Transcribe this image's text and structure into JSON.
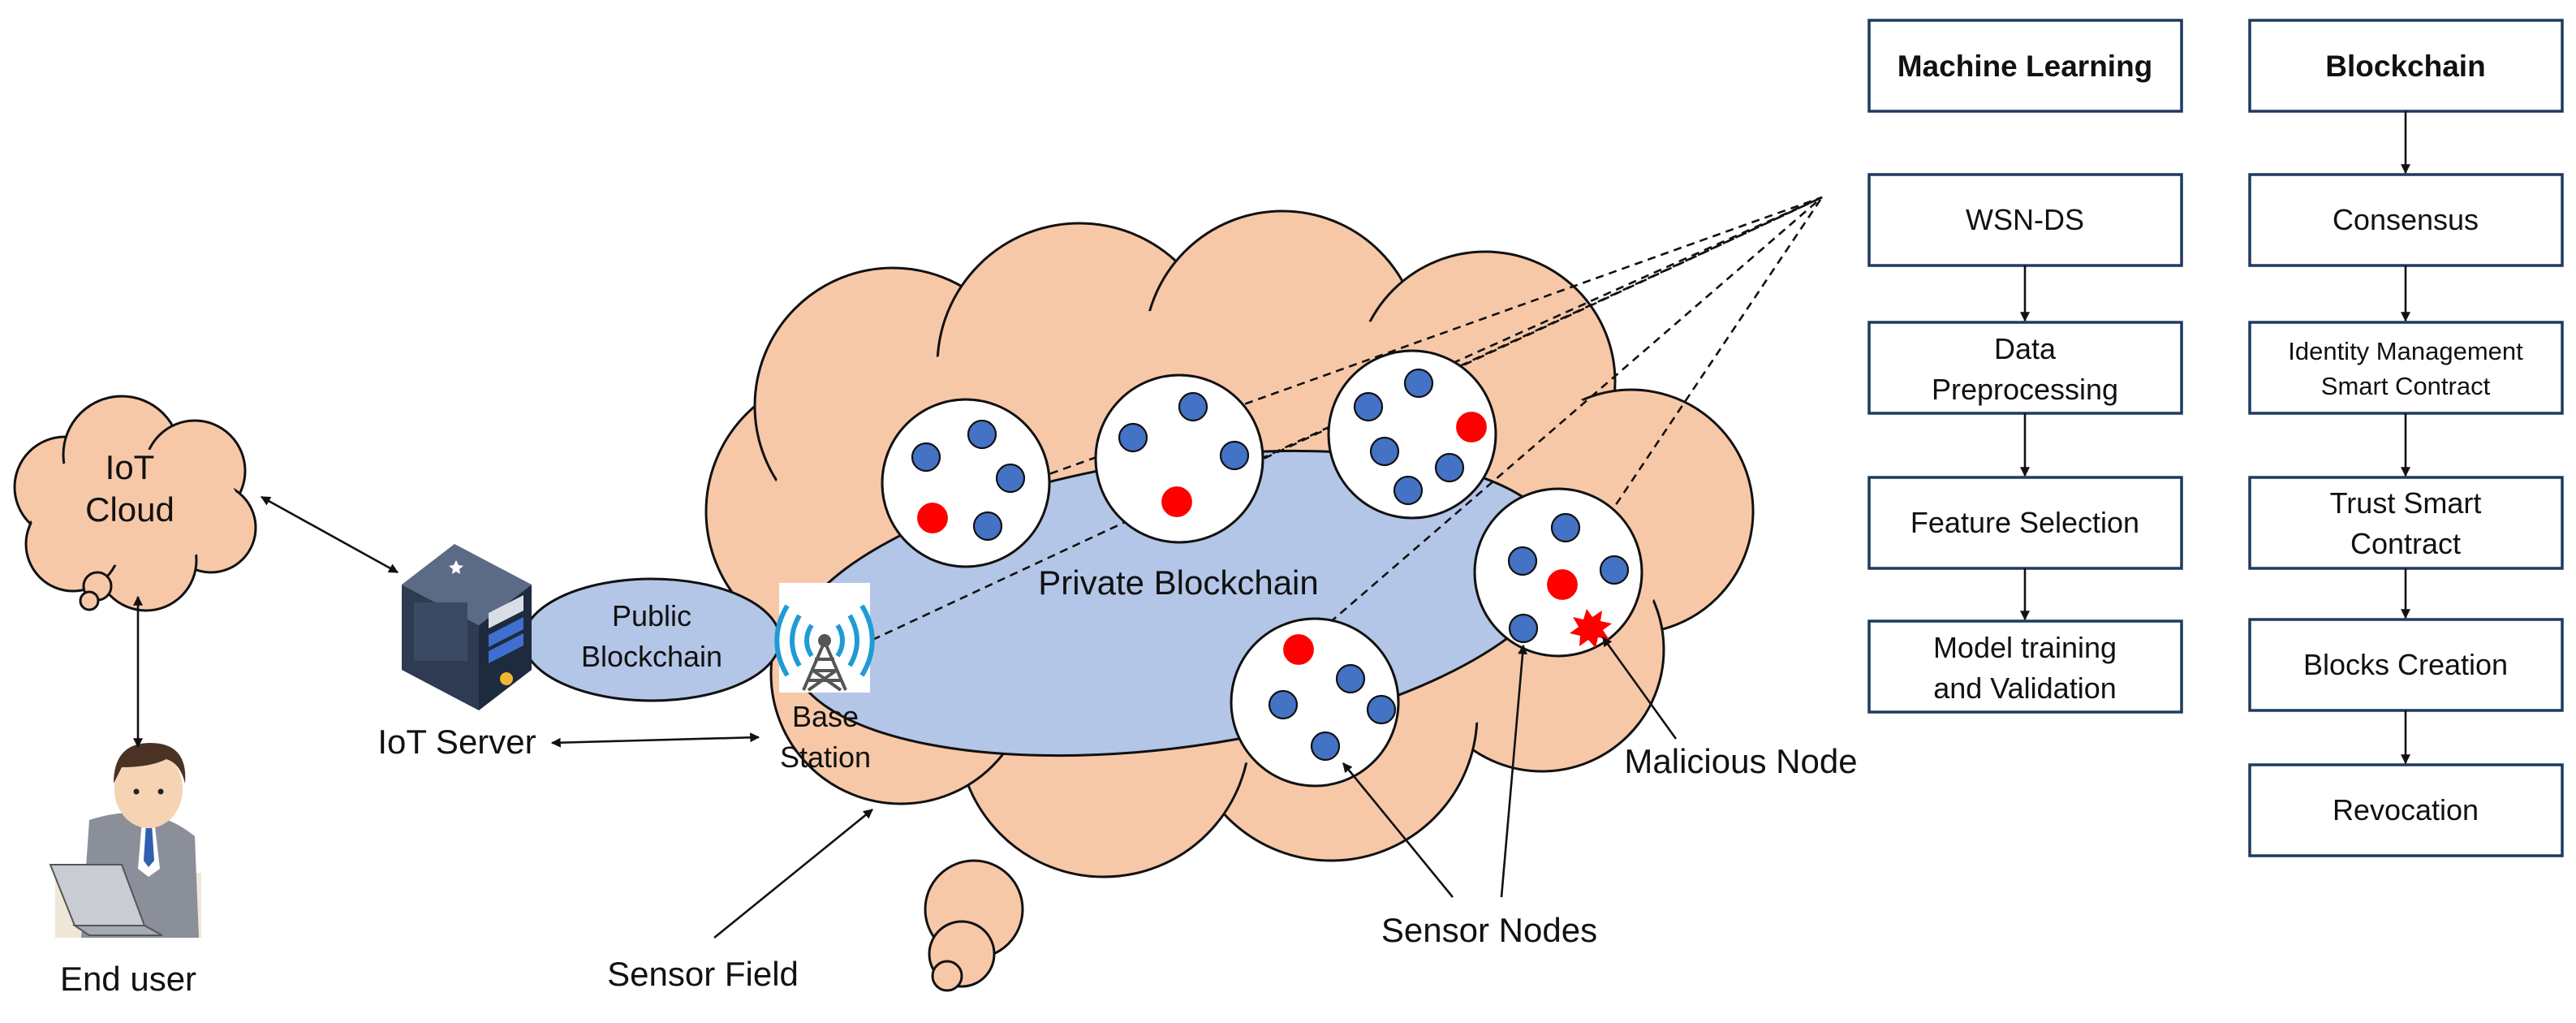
{
  "labels": {
    "iot_cloud": [
      "IoT",
      "Cloud"
    ],
    "end_user": "End user",
    "iot_server": "IoT Server",
    "public_blockchain": [
      "Public",
      "Blockchain"
    ],
    "base_station": [
      "Base",
      "Station"
    ],
    "private_blockchain": "Private Blockchain",
    "sensor_field": "Sensor Field",
    "sensor_nodes": "Sensor Nodes",
    "malicious_node": "Malicious Node"
  },
  "machine_learning": {
    "title": "Machine Learning",
    "steps": [
      [
        "WSN-DS"
      ],
      [
        "Data",
        "Preprocessing"
      ],
      [
        "Feature Selection"
      ],
      [
        "Model training",
        "and Validation"
      ]
    ]
  },
  "blockchain": {
    "title": "Blockchain",
    "steps": [
      [
        "Consensus"
      ],
      [
        "Identity Management",
        "Smart Contract"
      ],
      [
        "Trust Smart",
        "Contract"
      ],
      [
        "Blocks Creation"
      ],
      [
        "Revocation"
      ]
    ]
  },
  "colors": {
    "sensor_field_fill": "#f7c8a8",
    "blockchain_fill": "#b4c6e7",
    "sensor_node": "#4472c4",
    "malicious_node": "#ff0000",
    "box_border": "#1f3a5f"
  },
  "icons": [
    "iot-server-icon",
    "base-station-tower-icon",
    "end-user-laptop-icon",
    "malicious-burst-icon"
  ]
}
